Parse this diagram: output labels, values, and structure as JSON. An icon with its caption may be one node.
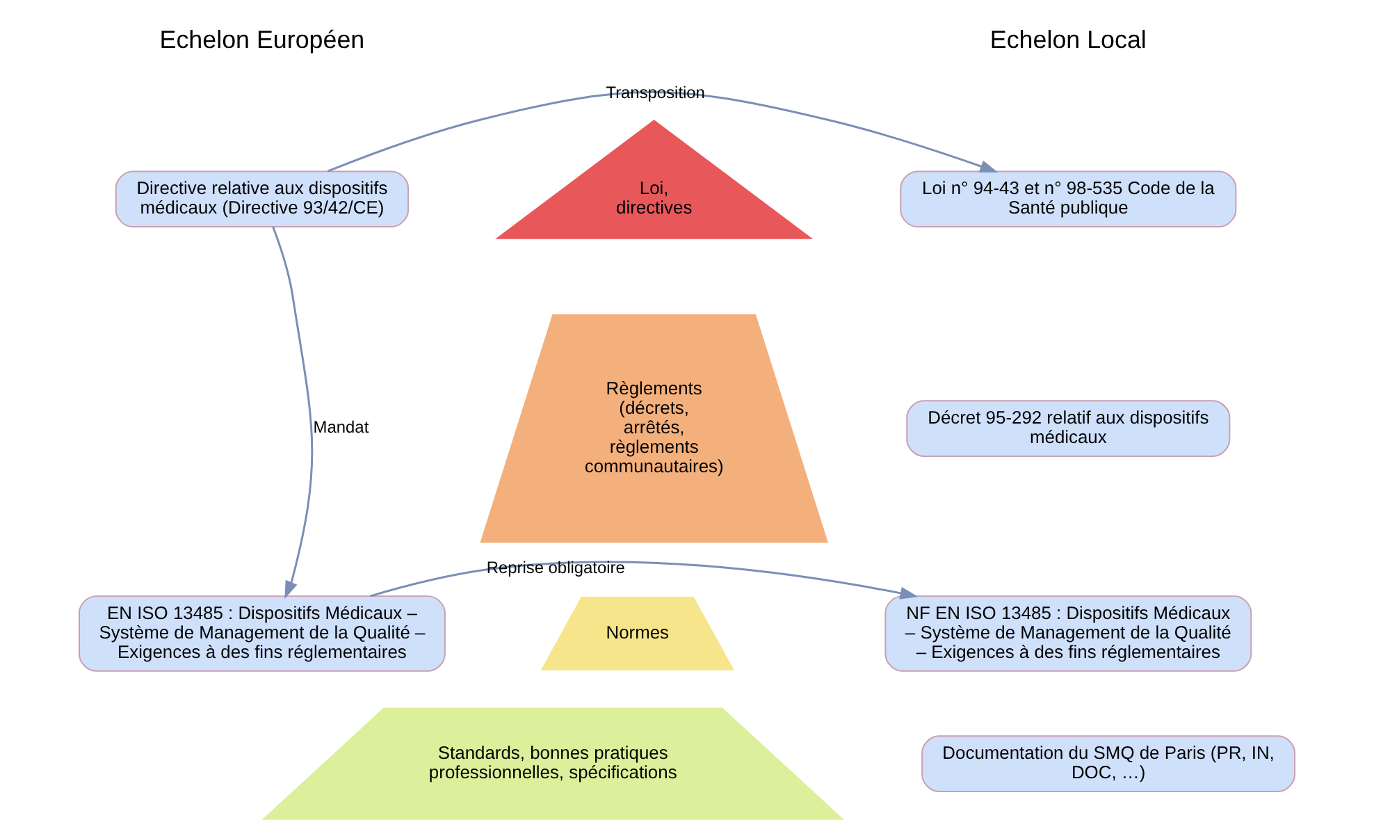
{
  "diagram": {
    "nodes": [
      {
        "text": [
          "Directive relative aux dispositifs médicaux (Directive 93/42/CE)"
        ]
      },
      {
        "text": [
          "Loi, directives"
        ]
      },
      {
        "text": [
          "Loi n° 94-43 et n° 98-535 Code de la Santé publique"
        ]
      },
      {
        "text": [
          "Règlements (décrets, arrêtés, règlements communautaires)"
        ]
      },
      {
        "text": [
          "Décret 95-292 relatif aux dispositifs médicaux"
        ]
      },
      {
        "text": [
          "EN ISO 13485 : Dispositifs Médicaux – Système de Management de la Qualité – Exigences à des fins réglementaires"
        ]
      },
      {
        "text": [
          "Normes"
        ]
      },
      {
        "text": [
          "NF EN ISO 13485 : Dispositifs Médicaux – Système de Management de la Qualité – Exigences à des fins réglementaires"
        ]
      },
      {
        "text": [
          "Standards, bonnes pratiques professionnelles, spécifications"
        ]
      },
      {
        "text": [
          "Documentation du SMQ de Paris (PR, IN, DOC, …)"
        ]
      }
    ],
    "edges": [
      {
        "from": 0,
        "to": 2,
        "arrow": "to",
        "label": "Transposition"
      },
      {
        "from": 0,
        "to": 5,
        "arrow": "to",
        "label": "Mandat"
      },
      {
        "from": 5,
        "to": 7,
        "arrow": "to",
        "label": "Reprise obligatoire"
      }
    ],
    "labels": [
      "Echelon Européen",
      "Echelon Local"
    ]
  }
}
